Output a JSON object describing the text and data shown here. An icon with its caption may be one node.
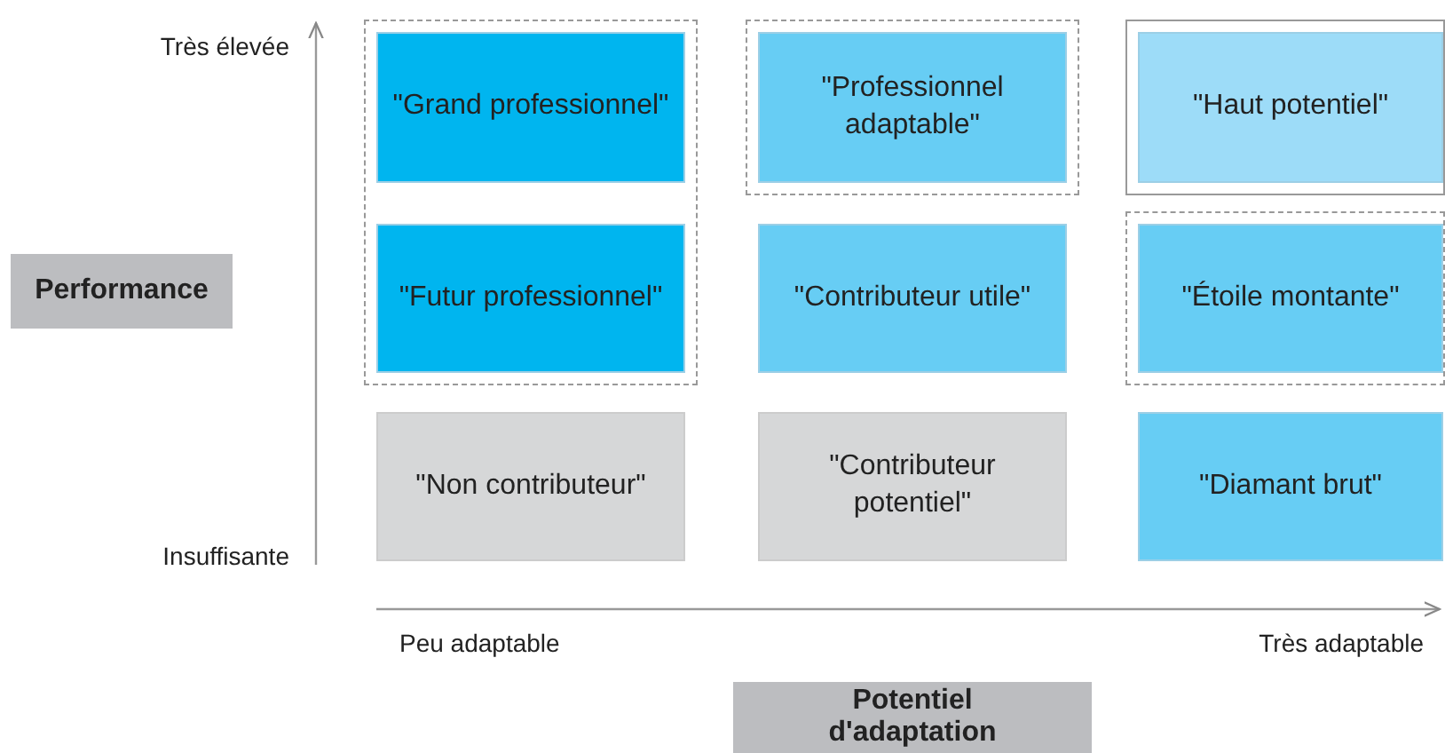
{
  "diagram": {
    "nodes": [
      {
        "text": [],
        "shape": "box"
      },
      {
        "text": [
          "\"Grand professionnel\""
        ],
        "in": 0
      },
      {
        "text": [],
        "shape": "box"
      },
      {
        "text": [
          "\"Professionnel adaptable\""
        ],
        "in": 2
      },
      {
        "text": [],
        "shape": "box"
      },
      {
        "text": [
          "\"Haut potentiel\""
        ],
        "in": 4
      },
      {
        "text": [
          "\"Futur professionnel\""
        ],
        "in": 0
      },
      {
        "text": [
          "\"Contributeur utile\""
        ]
      },
      {
        "text": [],
        "shape": "box"
      },
      {
        "text": [
          "\"Étoile montante\""
        ],
        "in": 8
      },
      {
        "text": [
          "\"Non contributeur\""
        ]
      },
      {
        "text": [
          "\"Contributeur potentiel\""
        ]
      },
      {
        "text": [
          "\"Diamant brut\""
        ]
      },
      {
        "text": [
          "Performance"
        ]
      },
      {
        "text": [
          "Potentiel d'adaptation"
        ]
      }
    ],
    "labels": [
      "Très élevée",
      "Insuffisante",
      "Peu adaptable",
      "Très adaptable"
    ]
  }
}
